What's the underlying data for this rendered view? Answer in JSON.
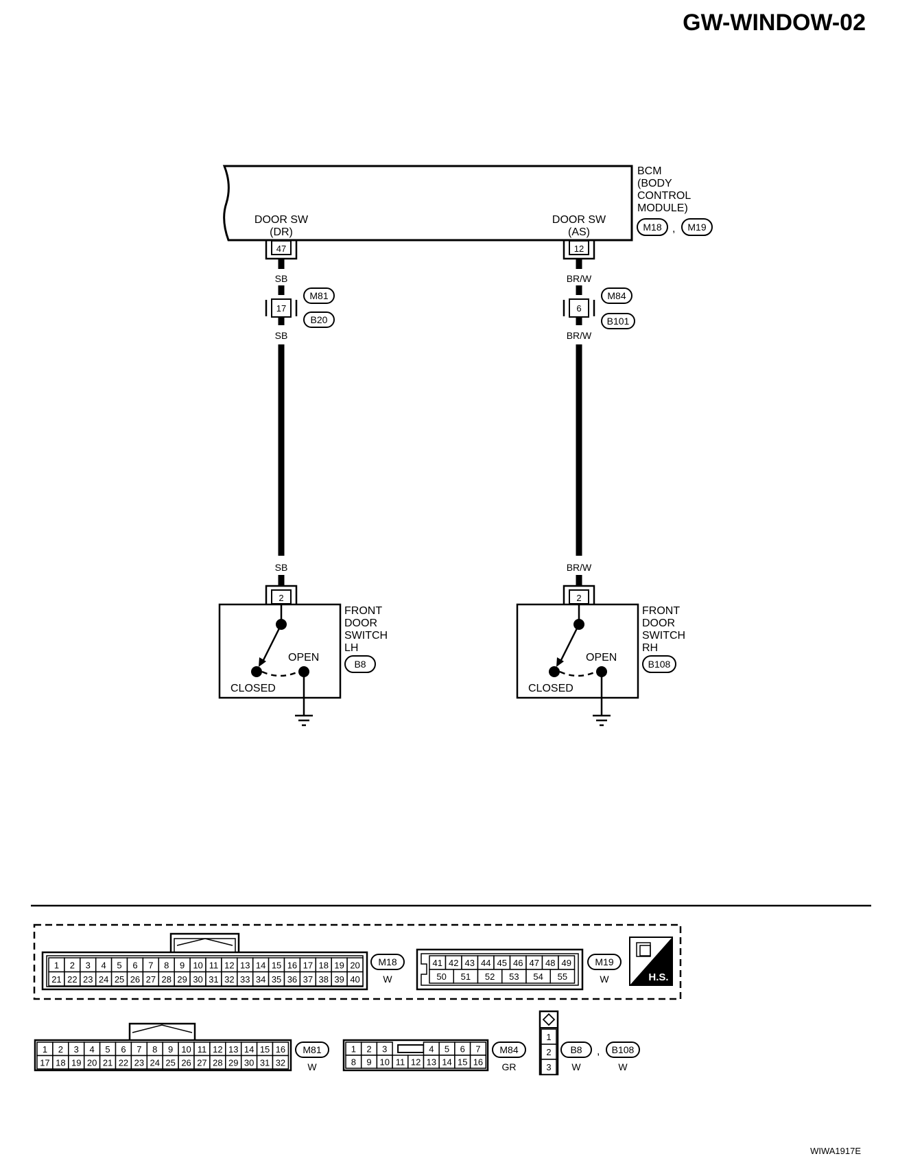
{
  "title": "GW-WINDOW-02",
  "figure_id": "WIWA1917E",
  "bcm": {
    "name_lines": [
      "BCM",
      "(BODY",
      "CONTROL",
      "MODULE)"
    ],
    "connectors": [
      "M18",
      "M19"
    ],
    "separator": ",",
    "left_terminal": {
      "label_line1": "DOOR SW",
      "label_line2": "(DR)",
      "pin": "47"
    },
    "right_terminal": {
      "label_line1": "DOOR SW",
      "label_line2": "(AS)",
      "pin": "12"
    }
  },
  "left_circuit": {
    "wire_color_top": "SB",
    "joint_pin": "17",
    "joint_connectors": [
      "M81",
      "B20"
    ],
    "wire_color_mid": "SB",
    "wire_color_bottom": "SB",
    "switch_pin": "2",
    "switch_name_lines": [
      "FRONT",
      "DOOR",
      "SWITCH",
      "LH"
    ],
    "switch_connector": "B8",
    "open_label": "OPEN",
    "closed_label": "CLOSED"
  },
  "right_circuit": {
    "wire_color_top": "BR/W",
    "joint_pin": "6",
    "joint_connectors": [
      "M84",
      "B101"
    ],
    "wire_color_mid": "BR/W",
    "wire_color_bottom": "BR/W",
    "switch_pin": "2",
    "switch_name_lines": [
      "FRONT",
      "DOOR",
      "SWITCH",
      "RH"
    ],
    "switch_connector": "B108",
    "open_label": "OPEN",
    "closed_label": "CLOSED"
  },
  "connector_views": {
    "m18": {
      "id": "M18",
      "color": "W",
      "row1": [
        "1",
        "2",
        "3",
        "4",
        "5",
        "6",
        "7",
        "8",
        "9",
        "10",
        "11",
        "12",
        "13",
        "14",
        "15",
        "16",
        "17",
        "18",
        "19",
        "20"
      ],
      "row2": [
        "21",
        "22",
        "23",
        "24",
        "25",
        "26",
        "27",
        "28",
        "29",
        "30",
        "31",
        "32",
        "33",
        "34",
        "35",
        "36",
        "37",
        "38",
        "39",
        "40"
      ]
    },
    "m19": {
      "id": "M19",
      "color": "W",
      "row1": [
        "41",
        "42",
        "43",
        "44",
        "45",
        "46",
        "47",
        "48",
        "49"
      ],
      "row2": [
        "50",
        "51",
        "52",
        "53",
        "54",
        "55"
      ]
    },
    "hs_label": "H.S.",
    "m81": {
      "id": "M81",
      "color": "W",
      "row1": [
        "1",
        "2",
        "3",
        "4",
        "5",
        "6",
        "7",
        "8",
        "9",
        "10",
        "11",
        "12",
        "13",
        "14",
        "15",
        "16"
      ],
      "row2": [
        "17",
        "18",
        "19",
        "20",
        "21",
        "22",
        "23",
        "24",
        "25",
        "26",
        "27",
        "28",
        "29",
        "30",
        "31",
        "32"
      ]
    },
    "m84": {
      "id": "M84",
      "color": "GR",
      "row1_left": [
        "1",
        "2",
        "3"
      ],
      "row1_right": [
        "4",
        "5",
        "6",
        "7"
      ],
      "row2": [
        "8",
        "9",
        "10",
        "11",
        "12",
        "13",
        "14",
        "15",
        "16"
      ]
    },
    "b8": {
      "ids": [
        "B8",
        "B108"
      ],
      "separator": ",",
      "colors": [
        "W",
        "W"
      ],
      "pins": [
        "1",
        "2",
        "3"
      ]
    }
  },
  "colors": {
    "line": "#000000",
    "background": "#ffffff"
  }
}
